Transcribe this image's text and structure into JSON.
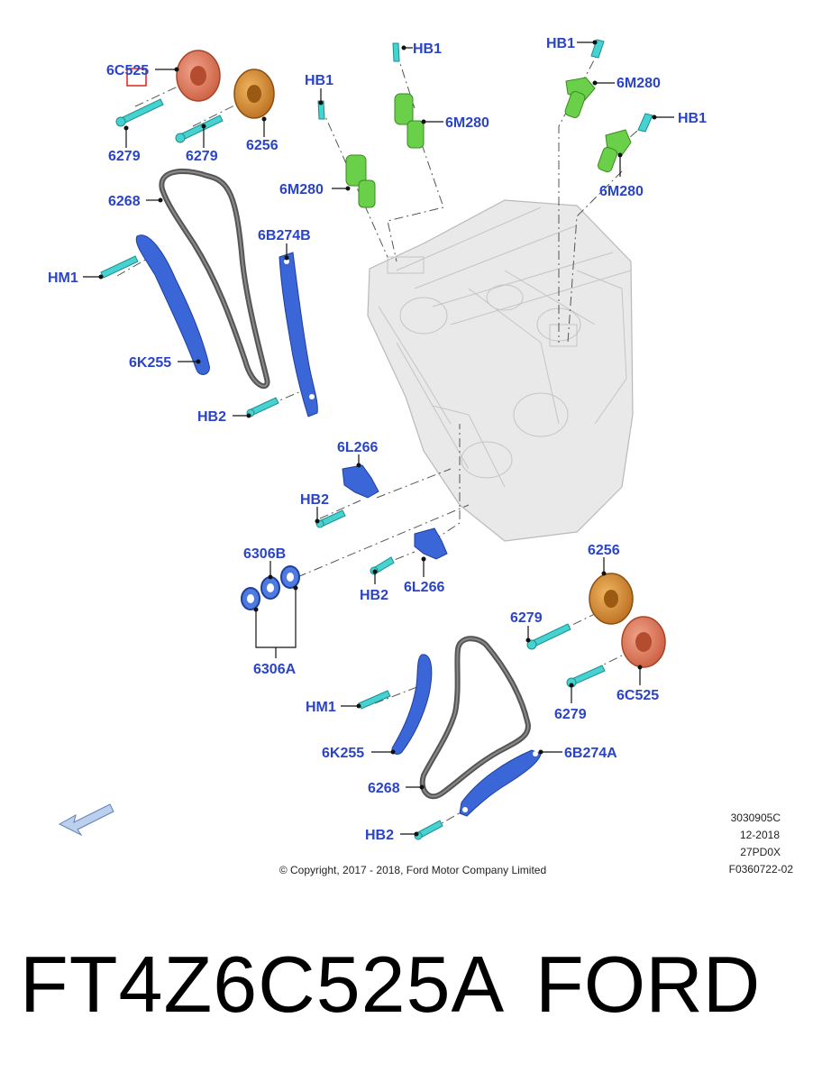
{
  "callouts": {
    "c6c525_top": "6C525",
    "c6279_a": "6279",
    "c6279_b": "6279",
    "c6256_top": "6256",
    "c6268_top": "6268",
    "c6b274b": "6B274B",
    "chm1_top": "HM1",
    "c6k255_top": "6K255",
    "chb2_a": "HB2",
    "chb1_a": "HB1",
    "chb1_b": "HB1",
    "chb1_c": "HB1",
    "chb1_d": "HB1",
    "c6m280_a": "6M280",
    "c6m280_b": "6M280",
    "c6m280_c": "6M280",
    "c6m280_d": "6M280",
    "c6l266_a": "6L266",
    "c6l266_b": "6L266",
    "chb2_b": "HB2",
    "chb2_c": "HB2",
    "c6306b": "6306B",
    "c6306a": "6306A",
    "c6256_bot": "6256",
    "c6279_c": "6279",
    "c6279_d": "6279",
    "c6c525_bot": "6C525",
    "chm1_bot": "HM1",
    "c6k255_bot": "6K255",
    "c6b274a": "6B274A",
    "c6268_bot": "6268",
    "chb2_d": "HB2"
  },
  "meta": {
    "ref_code": "3030905C",
    "date": "12-2018",
    "engine_code": "27PD0X",
    "figure_id": "F0360722-02",
    "copyright": "© Copyright, 2017 - 2018, Ford Motor Company Limited"
  },
  "footer": {
    "part_number": "FT4Z6C525A",
    "brand": "FORD"
  },
  "colors": {
    "callout_text": "#2a44c8",
    "guide_blue": "#3a66d8",
    "solenoid_green": "#6ad04a",
    "bolt_cyan": "#45d2d0",
    "phaser_red": "#e07a5a",
    "phaser_orange": "#d88a2a",
    "highlight_box": "#e02020"
  },
  "icons": {
    "orientation_arrow": "front-direction-arrow-icon"
  }
}
